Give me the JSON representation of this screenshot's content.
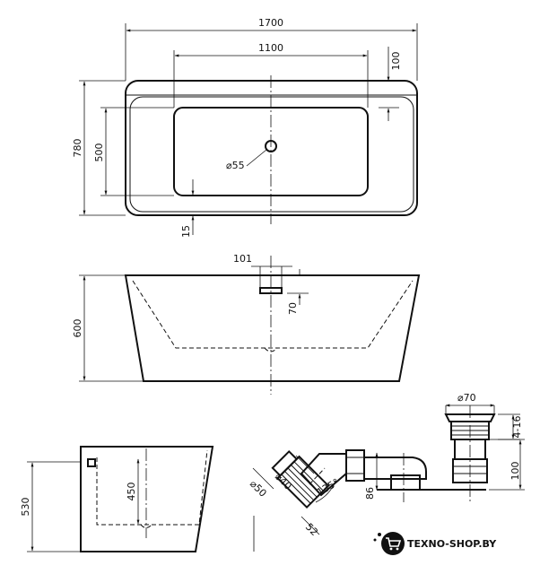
{
  "dimensions": {
    "top_width": "1700",
    "inner_width": "1100",
    "rim_depth": "100",
    "depth": "780",
    "inner_depth": "500",
    "drain_diameter": "⌀55",
    "rim_offset": "15",
    "overflow_offset": "101",
    "overflow_height": "70",
    "height": "600",
    "side_height": "530",
    "inner_height": "450",
    "siphon_diameter_40": "⌀40",
    "siphon_diameter_50": "⌀50",
    "siphon_diameter_70": "⌀70",
    "siphon_angle": "135°",
    "siphon_length": "52",
    "siphon_height": "86",
    "plug_adjust": "4-16",
    "plug_height": "100"
  },
  "logo": {
    "text": "TEXNO-SHOP.BY",
    "icon": "shopping-cart-icon"
  }
}
